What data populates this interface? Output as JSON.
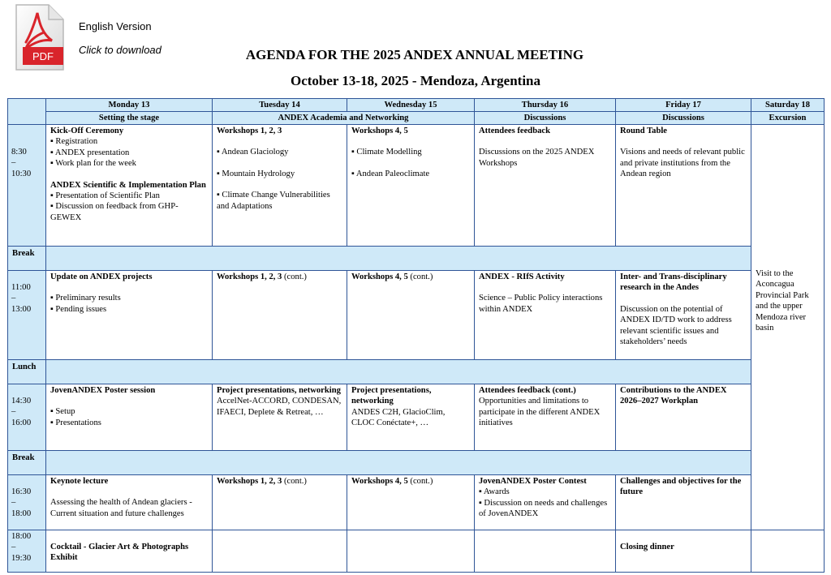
{
  "download": {
    "icon_label": "PDF",
    "line1": "English Version",
    "line2": "Click to download"
  },
  "title": "AGENDA FOR THE 2025 ANDEX ANNUAL MEETING",
  "subtitle": "October 13-18, 2025 - Mendoza, Argentina",
  "colors": {
    "header_blue": "#cfe9f8",
    "border": "#2f5597",
    "pdf_red": "#d9242b"
  },
  "days": {
    "mon": "Monday 13",
    "tue": "Tuesday 14",
    "wed": "Wednesday 15",
    "thu": "Thursday 16",
    "fri": "Friday 17",
    "sat": "Saturday 18"
  },
  "themes": {
    "mon": "Setting the stage",
    "tuewed": "ANDEX Academia and Networking",
    "thu": "Discussions",
    "fri": "Discussions",
    "sat": "Excursion"
  },
  "times": {
    "s1": [
      "8:30",
      "–",
      "10:30"
    ],
    "s2": [
      "11:00",
      "–",
      "13:00"
    ],
    "s3": [
      "14:30",
      "–",
      "16:00"
    ],
    "s4": [
      "16:30",
      "–",
      "18:00"
    ],
    "s5": [
      "18:00",
      "–",
      "19:30"
    ]
  },
  "breaks": {
    "b1": "Break",
    "lunch": "Lunch",
    "b2": "Break"
  },
  "s1": {
    "mon_title": "Kick-Off Ceremony",
    "mon_items": [
      "▪ Registration",
      "▪ ANDEX presentation",
      "▪ Work plan for the week"
    ],
    "mon_title2": "ANDEX Scientific & Implementation Plan",
    "mon_items2": [
      "▪ Presentation of Scientific Plan",
      "▪ Discussion on feedback from GHP-GEWEX"
    ],
    "tue_title": "Workshops 1, 2, 3",
    "tue_items": [
      "▪ Andean Glaciology",
      "▪ Mountain Hydrology",
      "▪ Climate Change Vulnerabilities and Adaptations"
    ],
    "wed_title": "Workshops 4, 5",
    "wed_items": [
      "▪ Climate Modelling",
      "▪ Andean Paleoclimate"
    ],
    "thu_title": "Attendees feedback",
    "thu_text": "Discussions on the 2025 ANDEX Workshops",
    "fri_title": "Round Table",
    "fri_text": "Visions and needs of relevant public and private institutions from the Andean region"
  },
  "s2": {
    "mon_title": "Update on ANDEX projects",
    "mon_items": [
      "▪ Preliminary results",
      "▪ Pending issues"
    ],
    "tue_title": "Workshops 1, 2, 3",
    "tue_suffix": " (cont.)",
    "wed_title": "Workshops 4, 5",
    "wed_suffix": " (cont.)",
    "thu_title": "ANDEX - RIfS Activity",
    "thu_text": "Science – Public Policy interactions within ANDEX",
    "fri_title": "Inter- and Trans-disciplinary research in the Andes",
    "fri_text": "Discussion on the potential of ANDEX ID/TD work to address relevant scientific issues and stakeholders’ needs",
    "sat_text": "Visit to the Aconcagua Provincial Park and the upper Mendoza river basin"
  },
  "s3": {
    "mon_title": "JovenANDEX Poster session",
    "mon_items": [
      "▪ Setup",
      "▪ Presentations"
    ],
    "tue_title": "Project presentations, networking",
    "tue_text": "AccelNet-ACCORD, CONDESAN, IFAECI, Deplete & Retreat, …",
    "wed_title": "Project presentations, networking",
    "wed_text": "ANDES C2H, GlacioClim, CLOC Conéctate+, …",
    "thu_title": "Attendees feedback (cont.)",
    "thu_text": "Opportunities and limitations to participate in the different ANDEX initiatives",
    "fri_title": "Contributions to the ANDEX 2026–2027 Workplan"
  },
  "s4": {
    "mon_title": "Keynote lecture",
    "mon_text": "Assessing the health of Andean glaciers - Current situation and future challenges",
    "tue_title": "Workshops 1, 2, 3",
    "tue_suffix": " (cont.)",
    "wed_title": "Workshops 4, 5",
    "wed_suffix": " (cont.)",
    "thu_title": "JovenANDEX Poster Contest",
    "thu_items": [
      "▪ Awards",
      "▪ Discussion on needs and challenges of JovenANDEX"
    ],
    "fri_title": "Challenges and objectives for the future"
  },
  "s5": {
    "mon_title": "Cocktail - Glacier Art & Photographs Exhibit",
    "fri_title": "Closing dinner"
  }
}
